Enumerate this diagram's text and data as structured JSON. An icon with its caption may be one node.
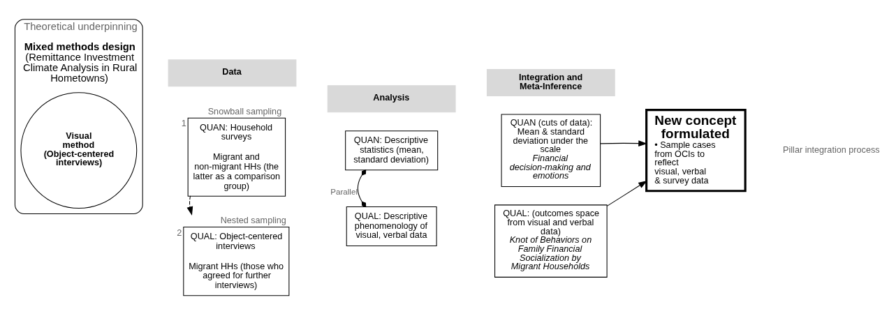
{
  "diagram": {
    "nodes": [
      {
        "text": [
          "Mixed methods design",
          "(Remittance Investment Climate Analysis in Rural Hometowns)"
        ],
        "beside": [
          "Theoretical underpinning"
        ]
      },
      {
        "text": [
          "Visual method (Object-centered interviews)"
        ],
        "in": 0
      },
      {
        "text": [
          "Data"
        ]
      },
      {
        "text": [
          "Analysis"
        ]
      },
      {
        "text": [
          "Integration and Meta-Inference"
        ]
      },
      {
        "text": [
          "QUAN: Household surveys",
          "Migrant and non-migrant HHs (the latter as a comparison group)"
        ],
        "beside": [
          "Snowball sampling",
          "1"
        ]
      },
      {
        "text": [
          "QUAL: Object-centered interviews",
          "Migrant HHs (those who agreed for further interviews)"
        ],
        "beside": [
          "Nested sampling",
          "2"
        ]
      },
      {
        "text": [
          "QUAN: Descriptive statistics (mean, standard deviation)"
        ]
      },
      {
        "text": [
          "QUAL: Descriptive phenomenology of visual, verbal data"
        ]
      },
      {
        "text": [
          "QUAN (cuts of data): Mean & standard deviation under the scale",
          "Financial decision-making and emotions"
        ]
      },
      {
        "text": [
          "QUAL: (outcomes space from visual and verbal data)",
          "Knot of Behaviors on Family Financial Socialization by Migrant Households"
        ]
      },
      {
        "text": [
          "New concept formulated",
          "• Sample cases from OCIs to reflect visual, verbal & survey data"
        ]
      }
    ],
    "edges": [
      {
        "from": 5,
        "to": 6,
        "arrow": "to",
        "style": "dashed"
      },
      {
        "from": 7,
        "to": 8,
        "arrow": "other",
        "label": "Parallel"
      },
      {
        "from": 9,
        "to": 11,
        "arrow": "to"
      },
      {
        "from": 10,
        "to": 11,
        "arrow": "to"
      }
    ],
    "labels": [
      "Pillar integration process"
    ]
  }
}
